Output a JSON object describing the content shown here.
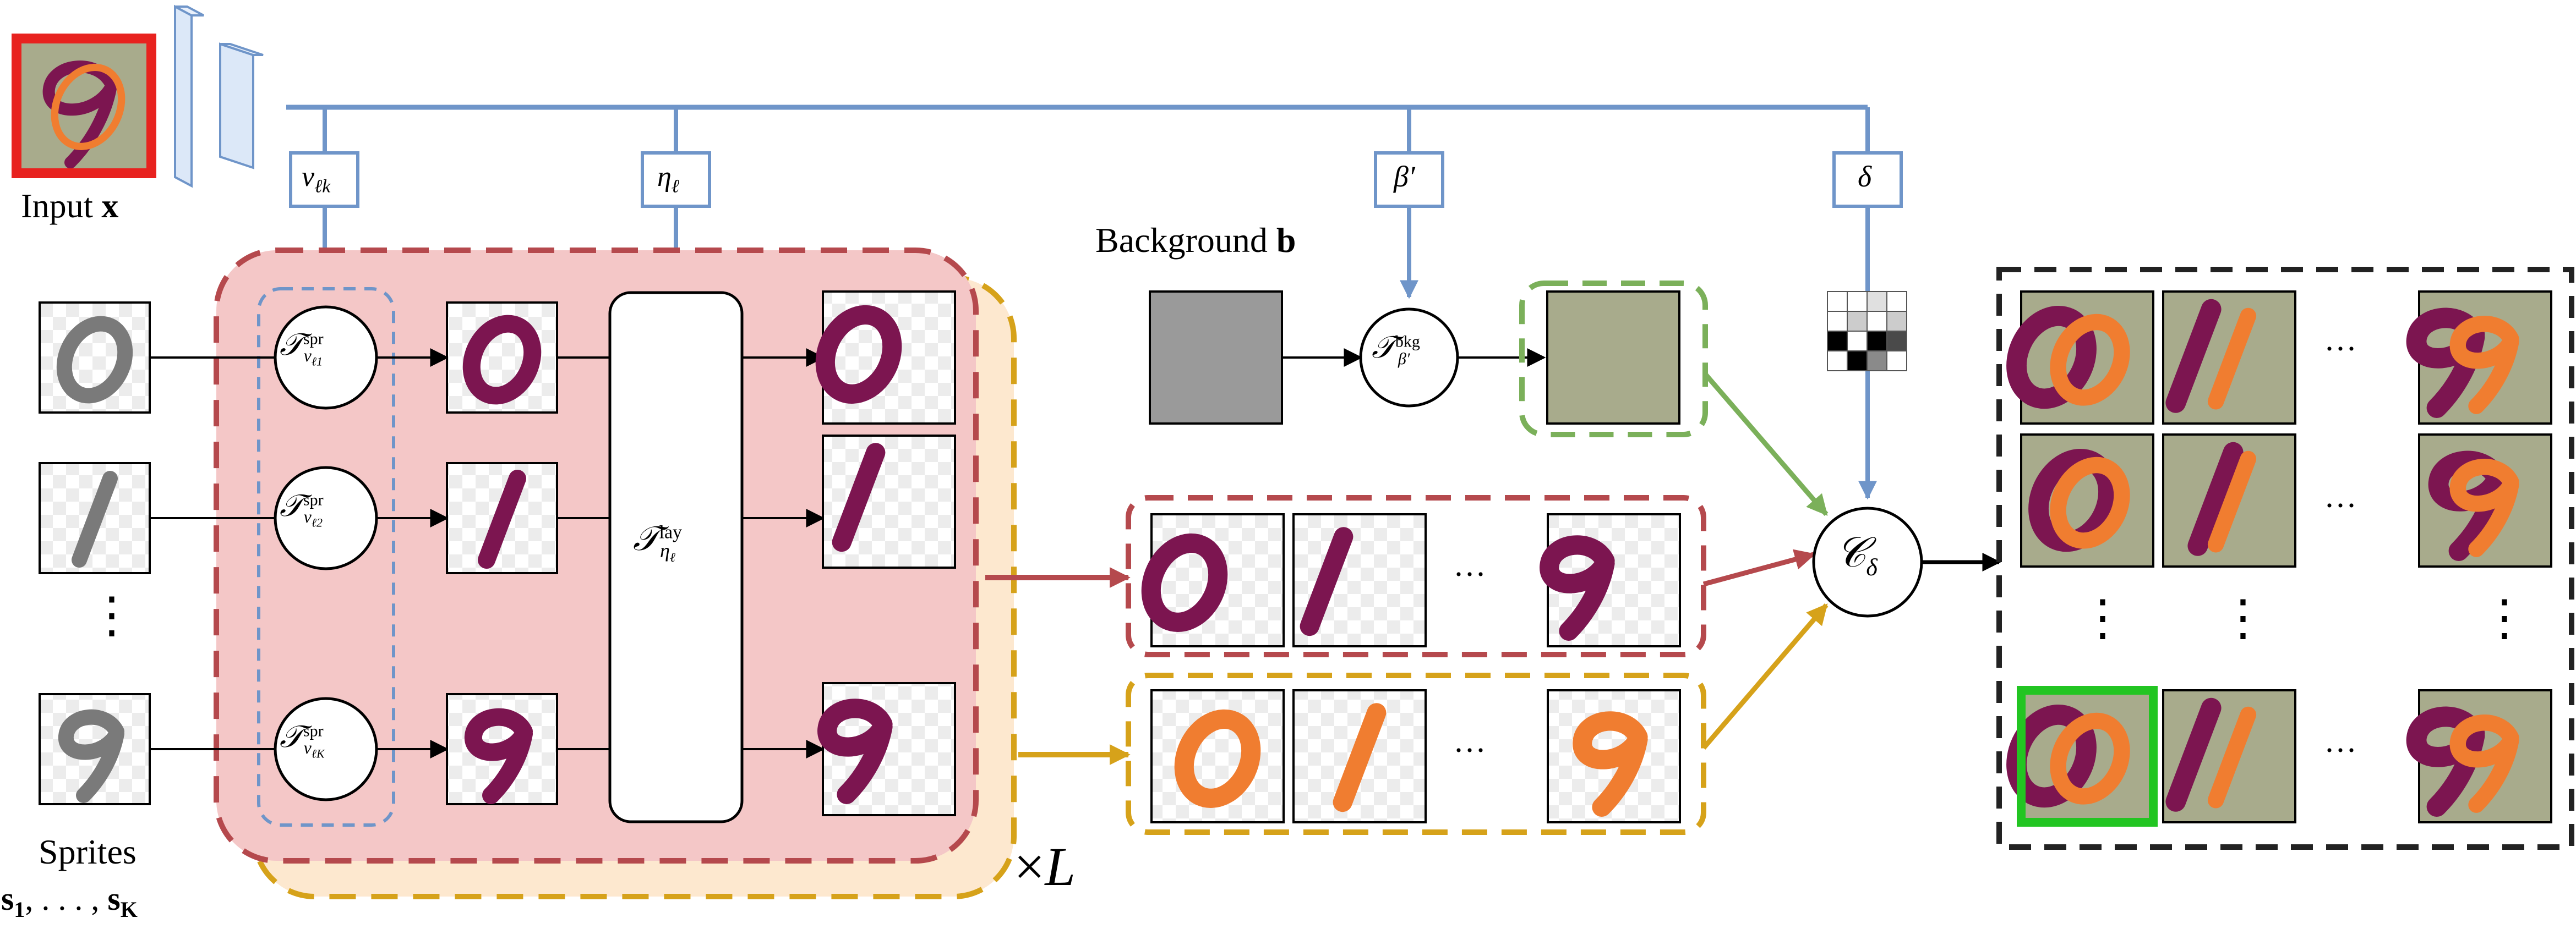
{
  "input": {
    "label": "Input",
    "symbol": "x"
  },
  "background": {
    "label": "Background",
    "symbol": "b"
  },
  "sprites": {
    "label": "Sprites",
    "symbols": "s",
    "sub_first": "1",
    "sub_last": "K",
    "separator": ", . . . , "
  },
  "params": {
    "nu": {
      "main": "ν",
      "sub": "ℓk"
    },
    "eta": {
      "main": "η",
      "sub": "ℓ"
    },
    "beta": {
      "main": "β′"
    },
    "delta": {
      "main": "δ"
    }
  },
  "transforms": {
    "spr": [
      {
        "main": "𝒯",
        "sup": "spr",
        "sub": "ν",
        "subsub": "ℓ1"
      },
      {
        "main": "𝒯",
        "sup": "spr",
        "sub": "ν",
        "subsub": "ℓ2"
      },
      {
        "main": "𝒯",
        "sup": "spr",
        "sub": "ν",
        "subsub": "ℓK"
      }
    ],
    "lay": {
      "main": "𝒯",
      "sup": "lay",
      "sub": "η",
      "subsub": "ℓ"
    },
    "bkg": {
      "main": "𝒯",
      "sup": "bkg",
      "sub": "β′"
    }
  },
  "compositor": {
    "main": "𝒞",
    "sub": "δ"
  },
  "times_L": {
    "prefix": "×",
    "symbol": "L"
  },
  "dots": {
    "vertical": "⋮",
    "horizontal": "···"
  },
  "sprite_digits": [
    "0",
    "1",
    "9"
  ],
  "colors": {
    "encoder": "#dce8f8",
    "encoder_stroke": "#6f95c9",
    "param_line": "#6f95c9",
    "layer_fill": "#f4c7c7",
    "layer_stroke": "#b5494d",
    "orange_fill": "#fde8cf",
    "orange_stroke": "#d6a21a",
    "green_stroke": "#7bb05a",
    "sprite_purple": "#7c1550",
    "sprite_orange": "#f07d30",
    "bg_olive": "#a8ab8c",
    "bg_gray": "#9a9a9a",
    "input_border": "#e8221f",
    "select_border": "#22c522"
  }
}
